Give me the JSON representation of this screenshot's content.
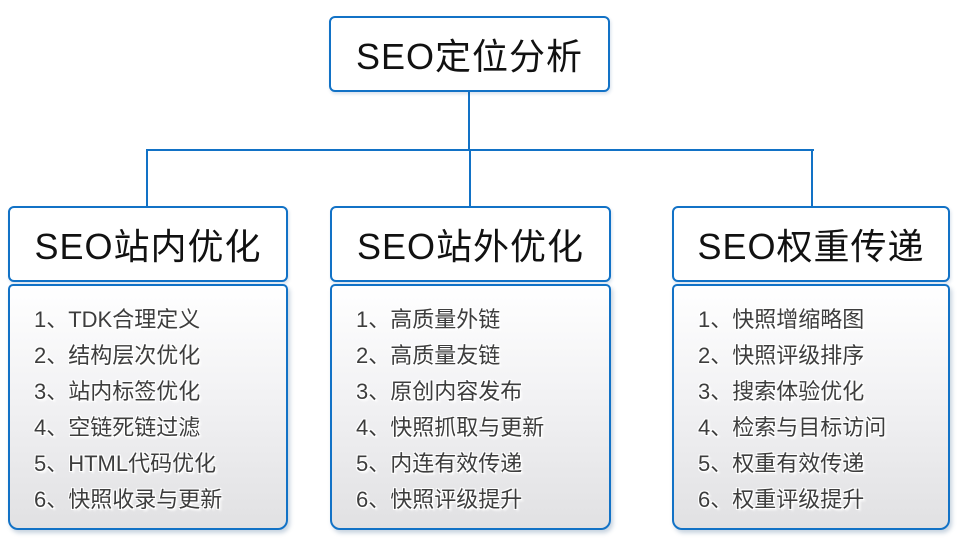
{
  "root": {
    "label": "SEO定位分析"
  },
  "columns": [
    {
      "title": "SEO站内优化",
      "items": [
        "1、TDK合理定义",
        "2、结构层次优化",
        "3、站内标签优化",
        "4、空链死链过滤",
        "5、HTML代码优化",
        "6、快照收录与更新"
      ]
    },
    {
      "title": "SEO站外优化",
      "items": [
        "1、高质量外链",
        "2、高质量友链",
        "3、原创内容发布",
        "4、快照抓取与更新",
        "5、内连有效传递",
        "6、快照评级提升"
      ]
    },
    {
      "title": "SEO权重传递",
      "items": [
        "1、快照增缩略图",
        "2、快照评级排序",
        "3、搜索体验优化",
        "4、检索与目标访问",
        "5、权重有效传递",
        "6、权重评级提升"
      ]
    }
  ],
  "colors": {
    "accent": "#1272c6",
    "heading_text": "#111111",
    "item_text": "#3d3d3d",
    "list_gradient_top": "#ffffff",
    "list_gradient_bottom": "#e1e1e3"
  }
}
